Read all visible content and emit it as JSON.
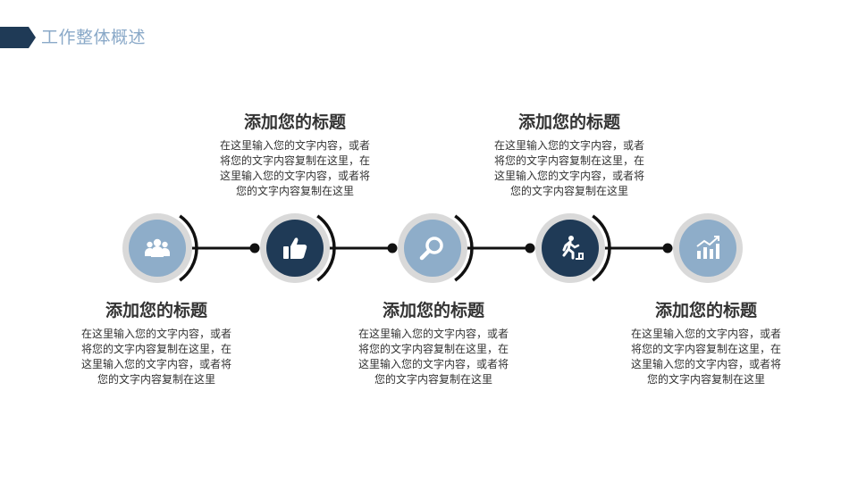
{
  "header": {
    "title": "工作整体概述"
  },
  "colors": {
    "light": "#8eadc9",
    "dark": "#1f3a56",
    "ring": "#d9d9d9",
    "line": "#111111"
  },
  "steps": [
    {
      "icon": "team-icon",
      "style": "light",
      "position": "below",
      "title": "添加您的标题",
      "desc": [
        "在这里输入您的文字内容，或者",
        "将您的文字内容复制在这里，在",
        "这里输入您的文字内容，或者将",
        "您的文字内容复制在这里"
      ]
    },
    {
      "icon": "thumbs-up-icon",
      "style": "dark",
      "position": "above",
      "title": "添加您的标题",
      "desc": [
        "在这里输入您的文字内容，或者",
        "将您的文字内容复制在这里，在",
        "这里输入您的文字内容，或者将",
        "您的文字内容复制在这里"
      ]
    },
    {
      "icon": "search-icon",
      "style": "light",
      "position": "below",
      "title": "添加您的标题",
      "desc": [
        "在这里输入您的文字内容，或者",
        "将您的文字内容复制在这里，在",
        "这里输入您的文字内容，或者将",
        "您的文字内容复制在这里"
      ]
    },
    {
      "icon": "running-person-icon",
      "style": "dark",
      "position": "above",
      "title": "添加您的标题",
      "desc": [
        "在这里输入您的文字内容，或者",
        "将您的文字内容复制在这里，在",
        "这里输入您的文字内容，或者将",
        "您的文字内容复制在这里"
      ]
    },
    {
      "icon": "growth-chart-icon",
      "style": "light",
      "position": "below",
      "title": "添加您的标题",
      "desc": [
        "在这里输入您的文字内容，或者",
        "将您的文字内容复制在这里，在",
        "这里输入您的文字内容，或者将",
        "您的文字内容复制在这里"
      ]
    }
  ]
}
